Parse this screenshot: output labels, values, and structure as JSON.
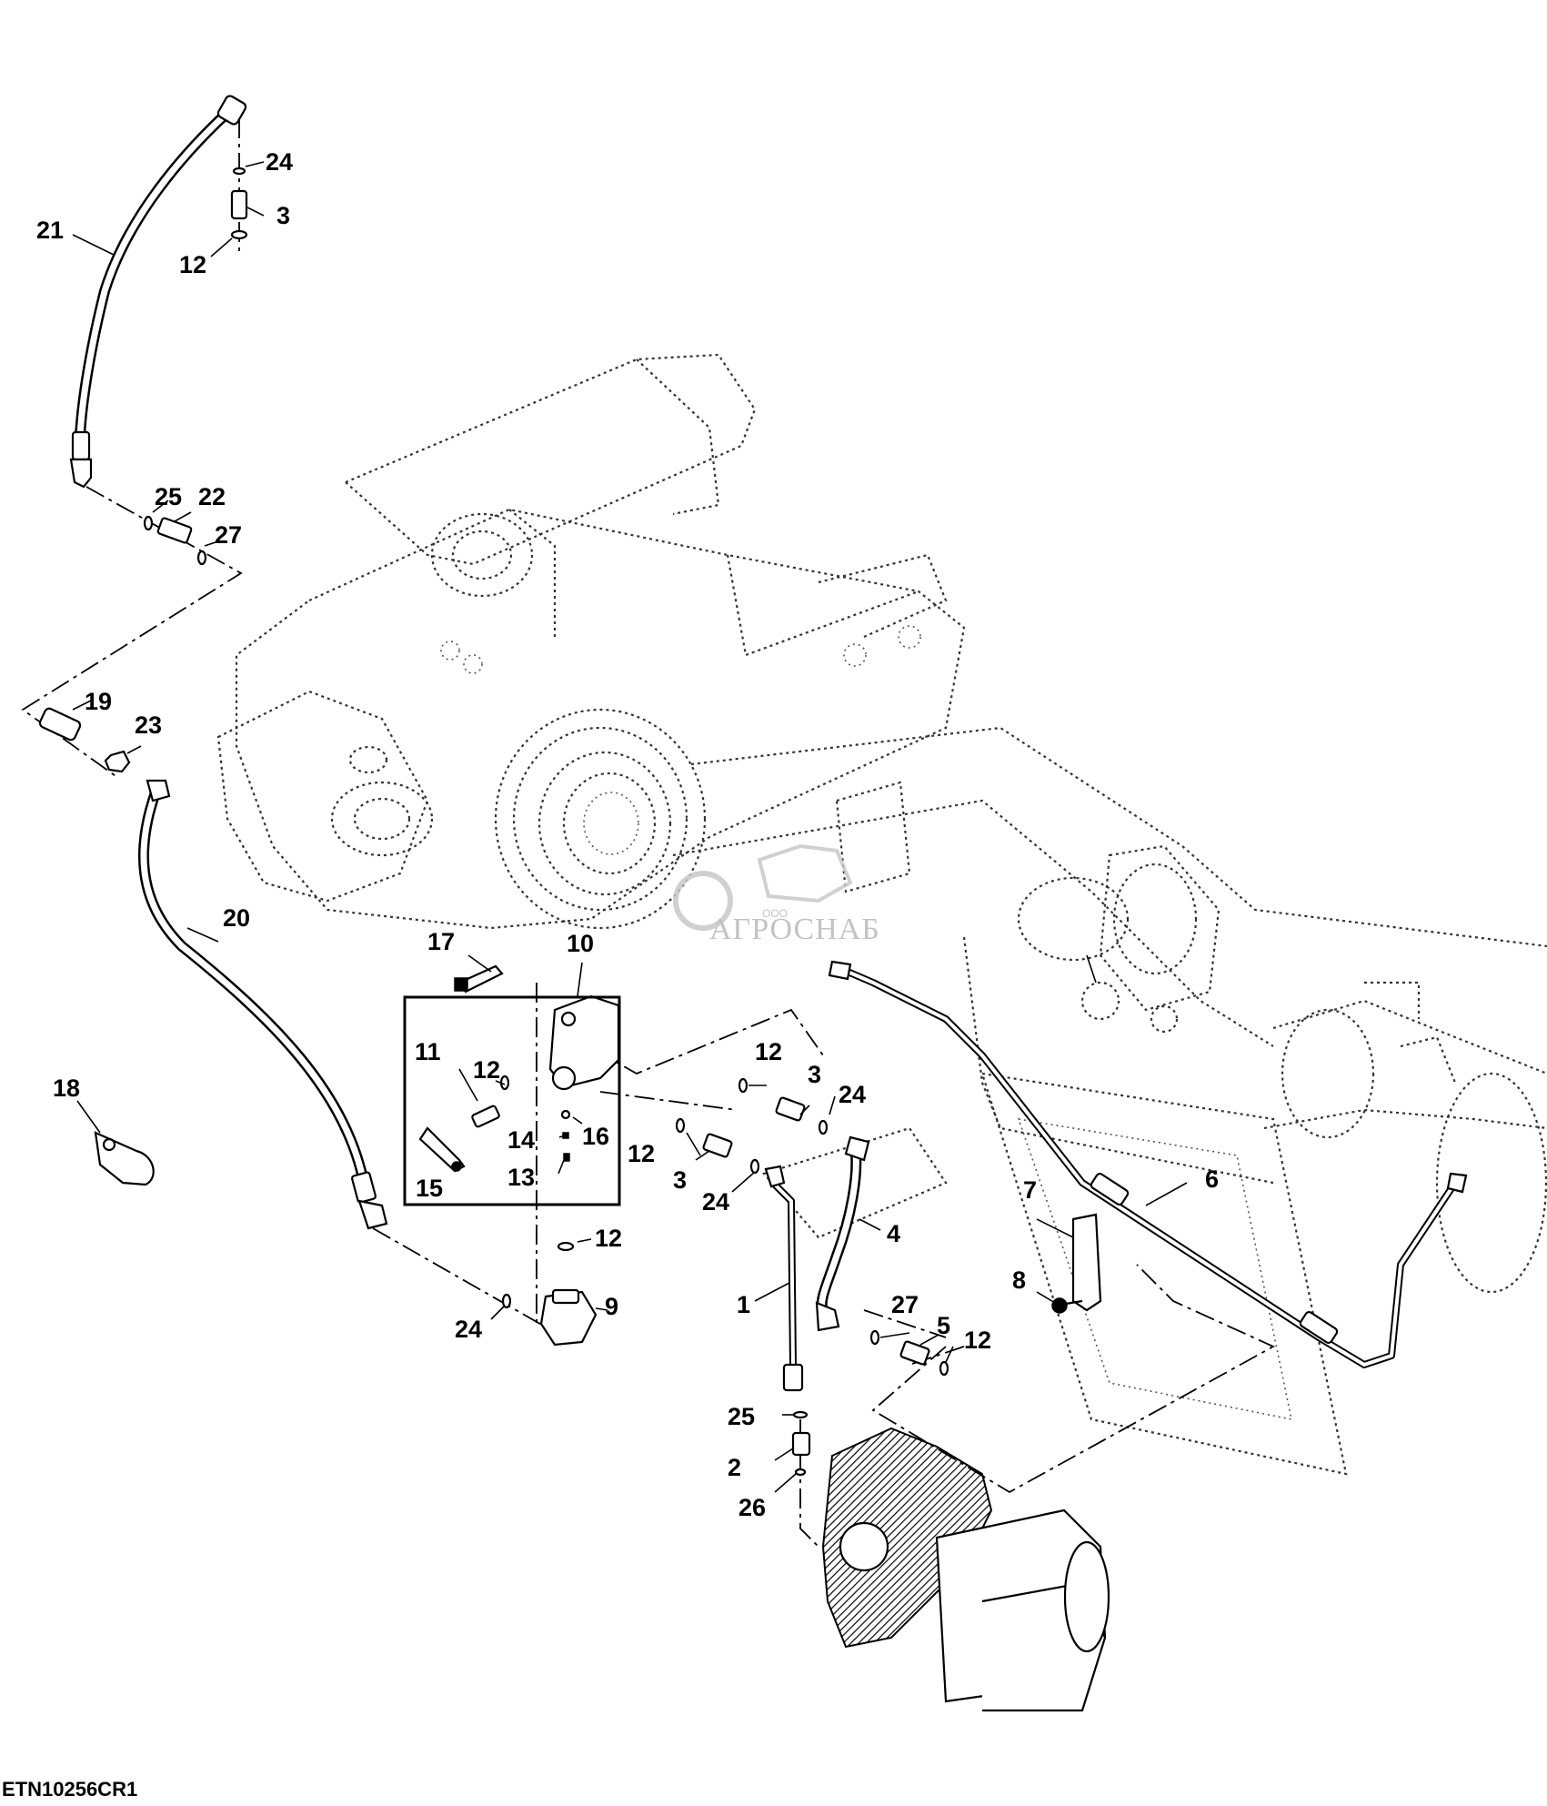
{
  "figure_id": "ETN10256CR1",
  "watermark": {
    "company": "АГРОСНАБ",
    "prefix": "ООО"
  },
  "callouts": {
    "c1": "1",
    "c2": "2",
    "c3a": "3",
    "c3b": "3",
    "c3c": "3",
    "c4": "4",
    "c5": "5",
    "c6": "6",
    "c7": "7",
    "c8": "8",
    "c9": "9",
    "c10": "10",
    "c11": "11",
    "c12a": "12",
    "c12b": "12",
    "c12c": "12",
    "c12d": "12",
    "c12e": "12",
    "c12f": "12",
    "c13": "13",
    "c14": "14",
    "c15": "15",
    "c16": "16",
    "c17": "17",
    "c18": "18",
    "c19": "19",
    "c20": "20",
    "c21": "21",
    "c22": "22",
    "c23": "23",
    "c24a": "24",
    "c24b": "24",
    "c24c": "24",
    "c24d": "24",
    "c25a": "25",
    "c25b": "25",
    "c26": "26",
    "c27a": "27",
    "c27b": "27"
  }
}
